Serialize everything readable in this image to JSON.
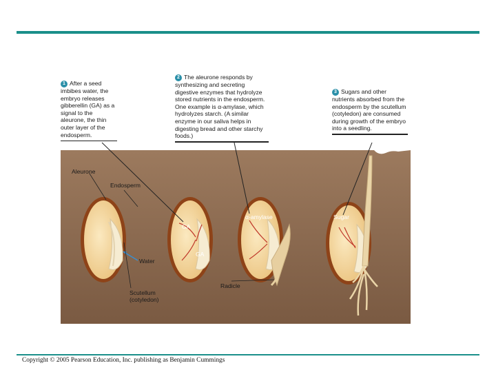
{
  "steps": [
    {
      "number": "1",
      "text": "After a seed imbibes water, the embryo releases gibberellin (GA) as a signal to the aleurone, the thin outer layer of the endosperm."
    },
    {
      "number": "2",
      "text": "The aleurone responds by synthesizing and secreting digestive enzymes that hydrolyze stored nutrients in the endosperm. One example is α-amylase, which hydrolyzes starch. (A similar enzyme in our saliva helps in digesting bread and other starchy foods.)"
    },
    {
      "number": "3",
      "text": "Sugars and other nutrients absorbed from the endosperm by the scutellum (cotyledon) are consumed during growth of the embryo into a seedling."
    }
  ],
  "labels": {
    "aleurone": "Aleurone",
    "endosperm": "Endosperm",
    "water": "Water",
    "scutellum_line1": "Scutellum",
    "scutellum_line2": "(cotyledon)",
    "ga_1": "GA",
    "ga_2": "GA",
    "amylase": "α-amylase",
    "radicle": "Radicle",
    "sugar": "Sugar"
  },
  "copyright": "Copyright © 2005 Pearson Education, Inc. publishing as Benjamin Cummings",
  "colors": {
    "accent_rule": "#1a8f8a",
    "step_badge": "#2a8fa8",
    "soil": "#8a6a50",
    "seed_coat": "#9a4a1e",
    "endosperm": "#f3d79e",
    "embryo": "#f6ecd2",
    "arrow": "#c0392b",
    "water_arrow": "#3a8fd0"
  }
}
